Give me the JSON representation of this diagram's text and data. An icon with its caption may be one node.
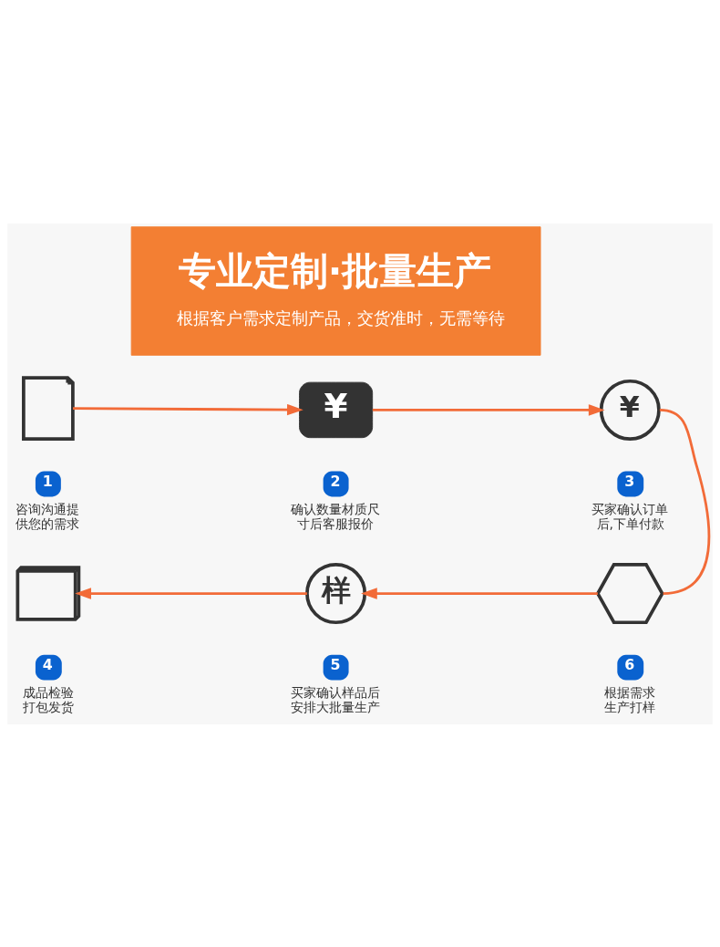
{
  "diagram": {
    "nodes": [
      {
        "text": [
          "专业定制·批量生产",
          "根据客户需求定制产品，交货准时，无需等待"
        ]
      },
      {
        "text": [],
        "shape": "picture"
      },
      {
        "text": [
          "¥"
        ]
      },
      {
        "text": [
          "¥"
        ]
      },
      {
        "text": [
          "1"
        ],
        "beside": [
          "咨询沟通提供您的需求"
        ]
      },
      {
        "text": [
          "2"
        ],
        "beside": [
          "确认数量材质尺寸后客服报价"
        ]
      },
      {
        "text": [
          "3"
        ],
        "beside": [
          "买家确认订单后,下单付款"
        ]
      },
      {
        "text": [],
        "shape": "picture"
      },
      {
        "text": [
          "样"
        ]
      },
      {
        "text": [],
        "shape": "picture"
      },
      {
        "text": [
          "4"
        ],
        "beside": [
          "成品检验打包发货"
        ]
      },
      {
        "text": [
          "5"
        ],
        "beside": [
          "买家确认样品后安排大批量生产"
        ]
      },
      {
        "text": [
          "6"
        ],
        "beside": [
          "根据需求生产打样"
        ]
      }
    ],
    "edges": [
      {
        "from": 1,
        "to": 2,
        "arrow": "to"
      },
      {
        "from": 2,
        "to": 3,
        "arrow": "to"
      },
      {
        "from": 3,
        "to": 9,
        "arrow": "none"
      },
      {
        "from": 9,
        "to": 8,
        "arrow": "to"
      },
      {
        "from": 8,
        "to": 7,
        "arrow": "to"
      }
    ]
  }
}
